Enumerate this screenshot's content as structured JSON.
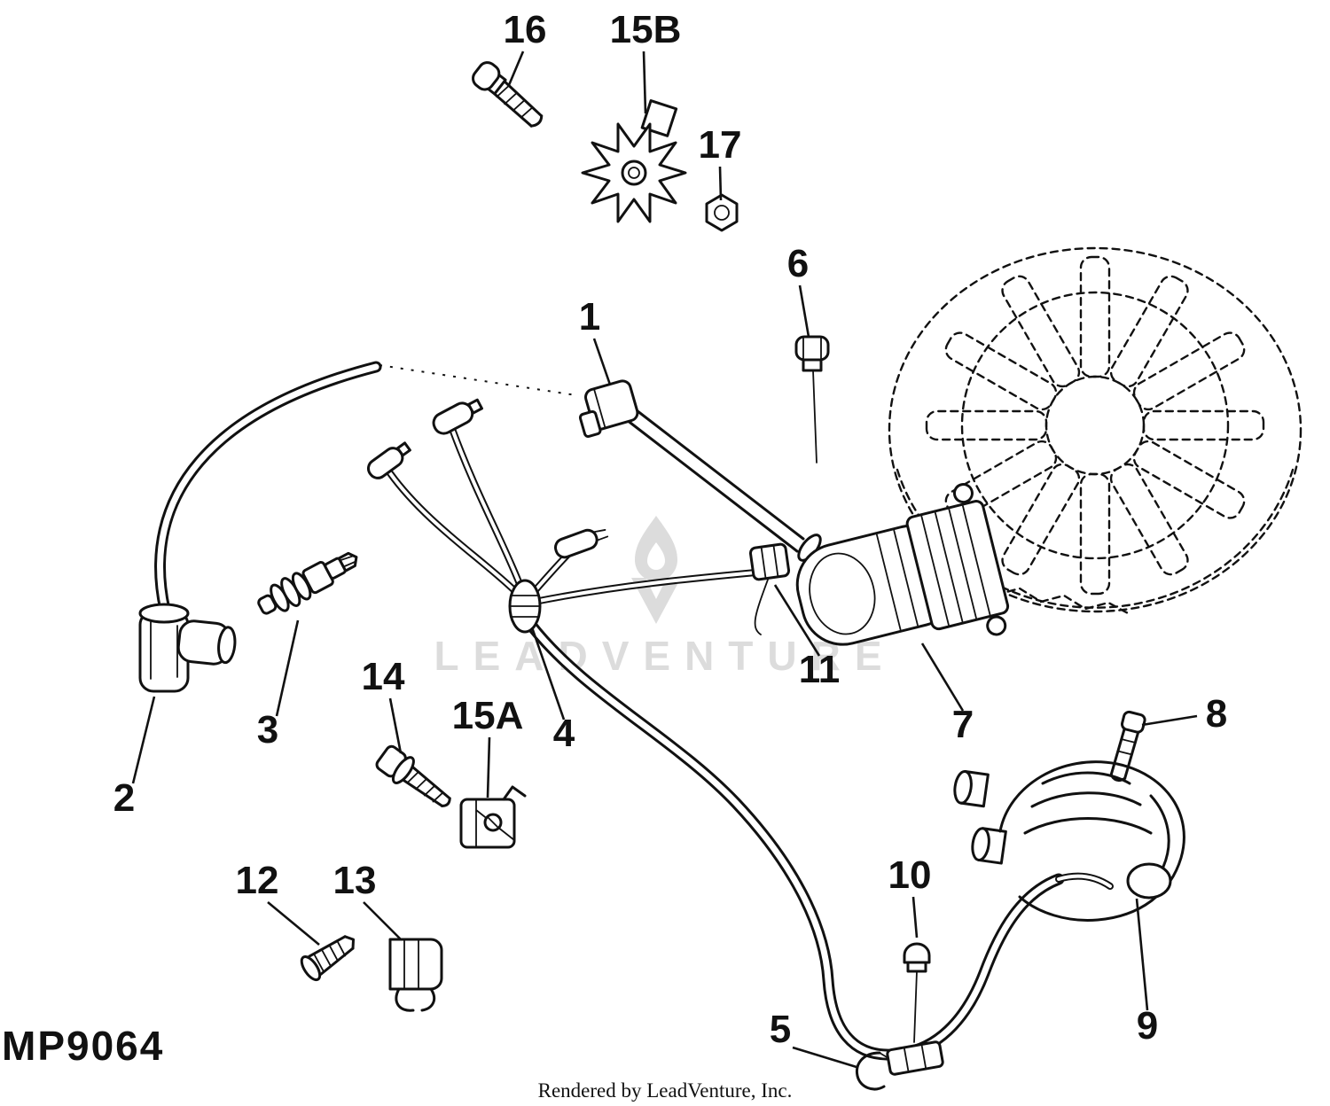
{
  "colors": {
    "ink": "#111111",
    "watermark": "#dcdcdc",
    "background": "#ffffff"
  },
  "part_code": "MP9064",
  "footer": "Rendered by LeadVenture, Inc.",
  "watermark": {
    "text": "LEADVENTURE"
  },
  "callouts": {
    "n1": {
      "label": "1"
    },
    "n2": {
      "label": "2"
    },
    "n3": {
      "label": "3"
    },
    "n4": {
      "label": "4"
    },
    "n5": {
      "label": "5"
    },
    "n6": {
      "label": "6"
    },
    "n7": {
      "label": "7"
    },
    "n8": {
      "label": "8"
    },
    "n9": {
      "label": "9"
    },
    "n10": {
      "label": "10"
    },
    "n11": {
      "label": "11"
    },
    "n12": {
      "label": "12"
    },
    "n13": {
      "label": "13"
    },
    "n14": {
      "label": "14"
    },
    "n15a": {
      "label": "15A"
    },
    "n15b": {
      "label": "15B"
    },
    "n16": {
      "label": "16"
    },
    "n17": {
      "label": "17"
    }
  }
}
